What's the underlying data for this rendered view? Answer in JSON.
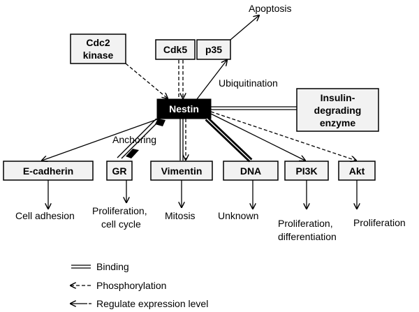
{
  "nodes": {
    "cdc2": "Cdc2 kinase",
    "cdk5": "Cdk5",
    "p35": "p35",
    "nestin": "Nestin",
    "ide": "Insulin-degrading enzyme",
    "ecadherin": "E-cadherin",
    "gr": "GR",
    "vimentin": "Vimentin",
    "dna": "DNA",
    "pi3k": "PI3K",
    "akt": "Akt"
  },
  "edge_labels": {
    "apoptosis": "Apoptosis",
    "ubiquitination": "Ubiquitination",
    "anchoring": "Anchoring"
  },
  "outcomes": {
    "ecadherin": "Cell adhesion",
    "gr": "Proliferation, cell cycle",
    "vimentin": "Mitosis",
    "dna": "Unknown",
    "pi3k": "Proliferation, differentiation",
    "akt": "Proliferation"
  },
  "legend": {
    "binding": "Binding",
    "phosphorylation": "Phosphorylation",
    "regulate": "Regulate expression level"
  }
}
